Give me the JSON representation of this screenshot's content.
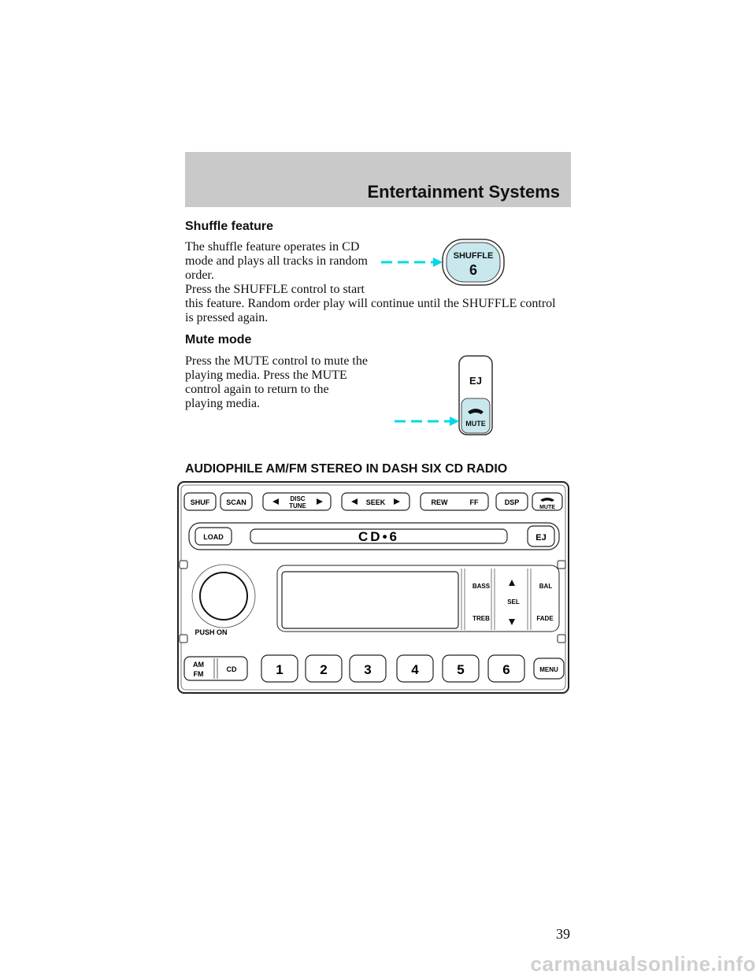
{
  "header": {
    "title": "Entertainment Systems"
  },
  "shuffle": {
    "title": "Shuffle feature",
    "para1_lines": [
      "The shuffle feature operates in CD",
      "mode and plays all tracks in random",
      "order."
    ],
    "para2_lines": [
      "Press the SHUFFLE control to start",
      "this feature. Random order play will continue until the SHUFFLE control",
      "is pressed again."
    ],
    "button_label": "SHUFFLE",
    "button_number": "6"
  },
  "mute": {
    "title": "Mute mode",
    "para_lines": [
      "Press the MUTE control to mute the",
      "playing media. Press the MUTE",
      "control again to return to the",
      "playing media."
    ],
    "ej_label": "EJ",
    "mute_label": "MUTE"
  },
  "radio": {
    "title": "AUDIOPHILE AM/FM STEREO IN DASH SIX CD RADIO",
    "top_buttons": {
      "shuf": "SHUF",
      "scan": "SCAN",
      "disc": "DISC",
      "tune": "TUNE",
      "seek": "SEEK",
      "rew": "REW",
      "ff": "FF",
      "dsp": "DSP",
      "mute": "MUTE"
    },
    "load": "LOAD",
    "cd_logo": "CD•6",
    "ej": "EJ",
    "push_on": "PUSH ON",
    "bass": "BASS",
    "treb": "TREB",
    "sel": "SEL",
    "bal": "BAL",
    "fade": "FADE",
    "am": "AM",
    "fm": "FM",
    "cd": "CD",
    "presets": [
      "1",
      "2",
      "3",
      "4",
      "5",
      "6"
    ],
    "menu": "MENU"
  },
  "colors": {
    "arrow": "#00d8e8",
    "button_fill": "#c8e8ee",
    "header_band": "#c9c9c9"
  },
  "page_number": "39",
  "footer": "carmanualsonline.info"
}
